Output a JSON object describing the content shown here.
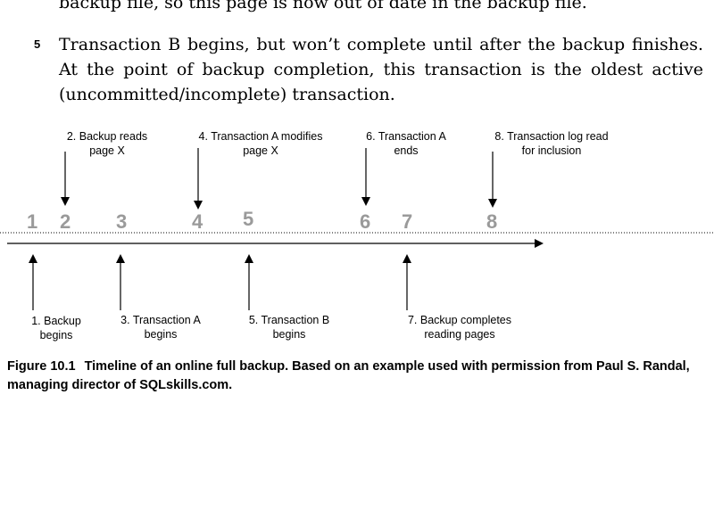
{
  "text": {
    "top_partial": "backup file, so this page is now out of date in the backup file.",
    "item5": {
      "number": "5",
      "text": "Transaction B begins, but won’t complete until after the backup finishes. At the point of backup completion, this transaction is the oldest active (uncommitted/incomplete) transaction."
    }
  },
  "diagram": {
    "numbers": [
      "1",
      "2",
      "3",
      "4",
      "5",
      "6",
      "7",
      "8"
    ],
    "top_labels": [
      {
        "line1": "2. Backup reads",
        "line2": "page X"
      },
      {
        "line1": "4. Transaction A modifies",
        "line2": "page X"
      },
      {
        "line1": "6. Transaction A",
        "line2": "ends"
      },
      {
        "line1": "8. Transaction log read",
        "line2": "for inclusion"
      }
    ],
    "bottom_labels": [
      {
        "line1": "1. Backup",
        "line2": "begins"
      },
      {
        "line1": "3. Transaction A",
        "line2": "begins"
      },
      {
        "line1": "5. Transaction B",
        "line2": "begins"
      },
      {
        "line1": "7. Backup completes",
        "line2": "reading pages"
      }
    ]
  },
  "caption": {
    "label": "Figure 10.1",
    "text": "Timeline of an online full backup. Based on an example used with permission from Paul S. Randal, managing director of SQLskills.com."
  }
}
